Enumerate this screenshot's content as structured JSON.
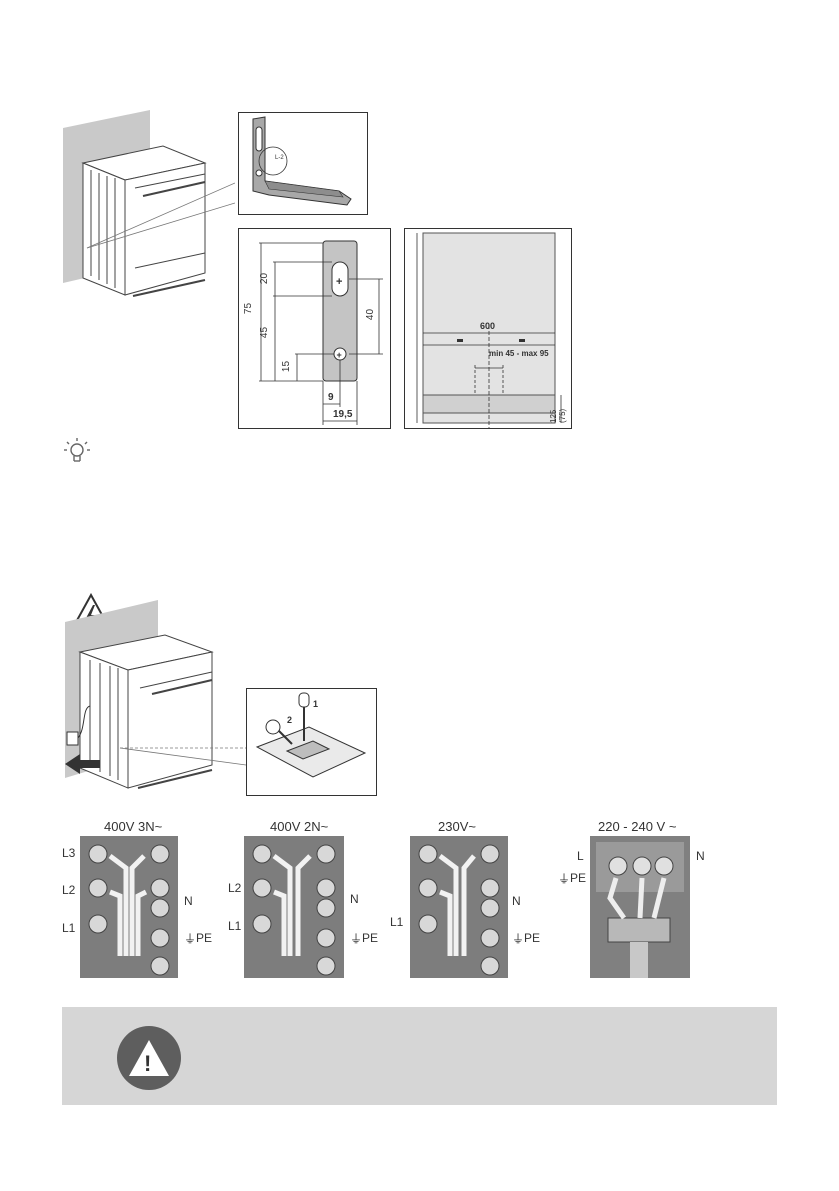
{
  "top_figure": {
    "bracket_dimensions": {
      "dim_75": "75",
      "dim_20": "20",
      "dim_45": "45",
      "dim_15": "15",
      "dim_40": "40",
      "dim_9": "9",
      "dim_19_5": "19,5"
    },
    "wall_dimensions": {
      "width_600": "600",
      "hole_spacing": "min 45 - max 95",
      "height_side": "125 (75)"
    },
    "info_icon": "lightbulb-icon"
  },
  "electrical_figure": {
    "warning_icon": "high-voltage-warning-icon",
    "screwdriver_steps": [
      "1",
      "2"
    ]
  },
  "terminal_blocks": [
    {
      "title": "400V 3N~",
      "left_labels": [
        "L3",
        "L2",
        "L1"
      ],
      "right_labels": [
        "N",
        "PE"
      ]
    },
    {
      "title": "400V 2N~",
      "left_labels": [
        "L2",
        "L1"
      ],
      "right_labels": [
        "N",
        "PE"
      ]
    },
    {
      "title": "230V~",
      "left_labels": [
        "L1"
      ],
      "right_labels": [
        "N",
        "PE"
      ]
    },
    {
      "title": "220 - 240 V ~",
      "left_labels": [
        "L",
        "PE"
      ],
      "right_labels": [
        "N"
      ]
    }
  ],
  "warning_box": {
    "icon": "exclamation-warning-icon",
    "symbol": "!"
  },
  "colors": {
    "wall_gray": "#c9c9c9",
    "panel_gray": "#e3e3e3",
    "terminal_gray": "#7d7d7d",
    "warning_band": "#d6d6d6",
    "warning_circle": "#5e5e5e"
  }
}
